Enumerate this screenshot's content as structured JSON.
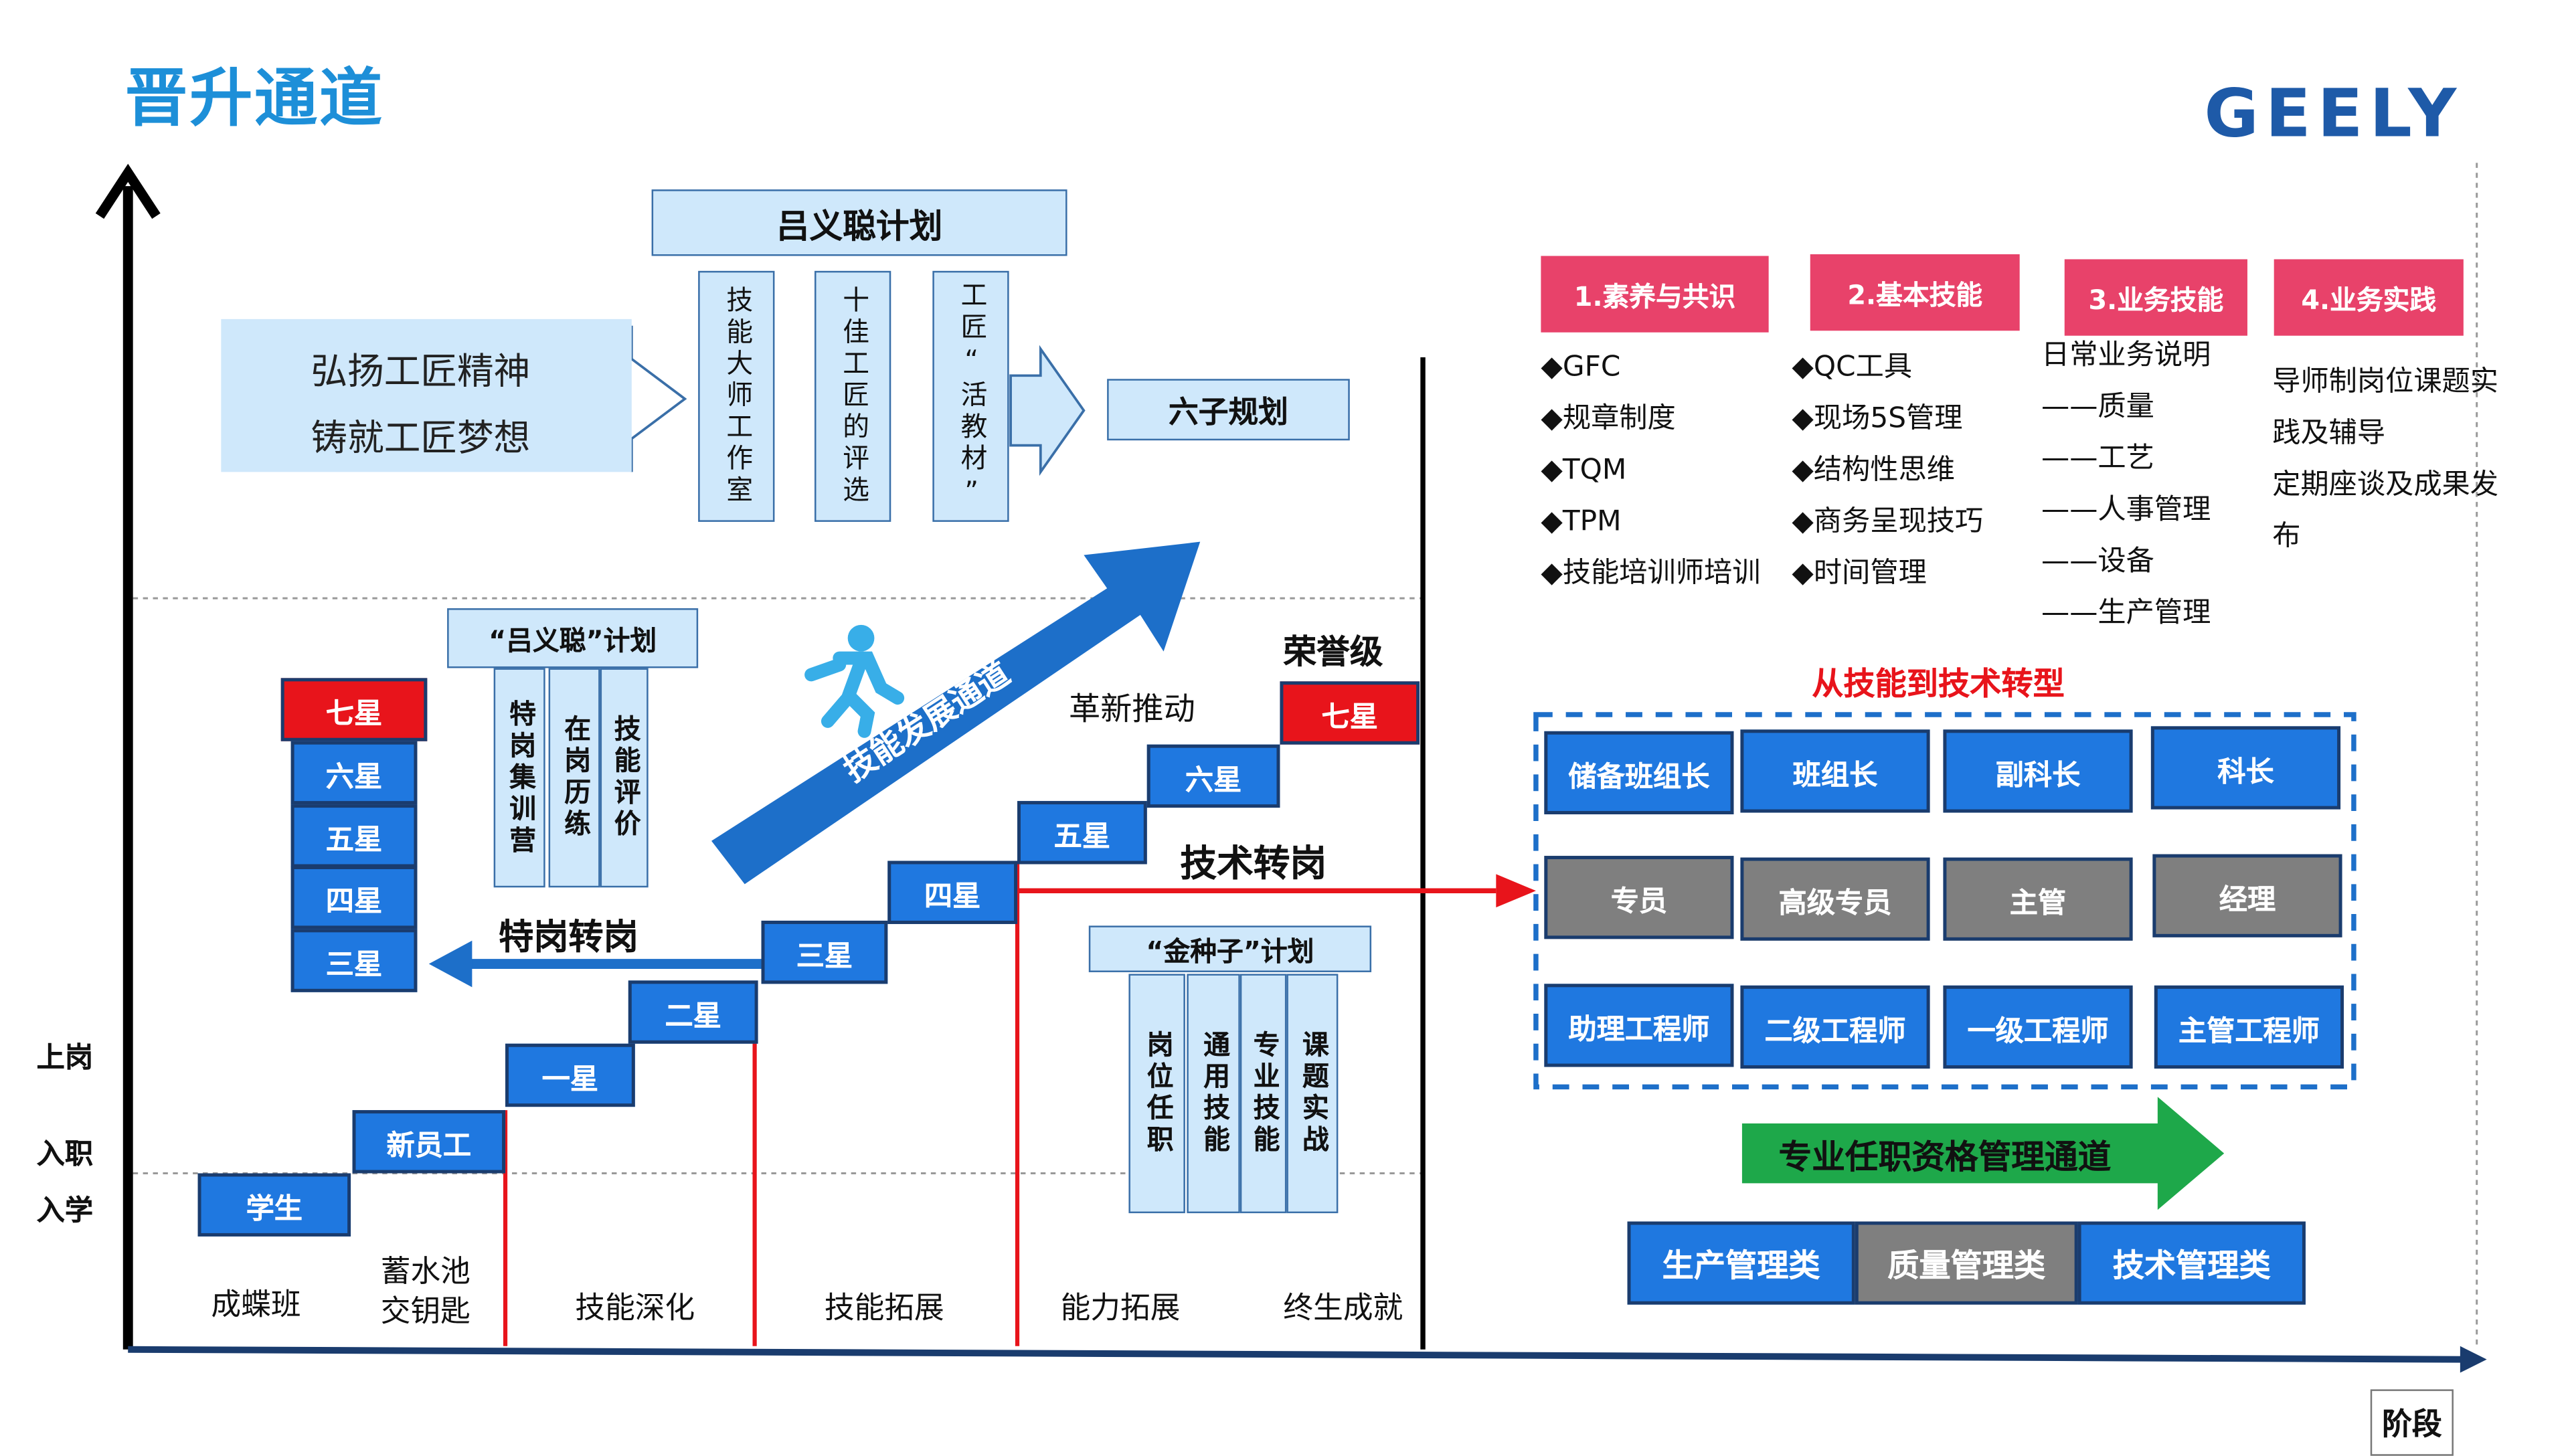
{
  "title": "晋升通道",
  "logo": "GEELY",
  "axis": {
    "x_label": "阶段",
    "y_labels": [
      "上岗",
      "入职",
      "入学"
    ]
  },
  "stages": [
    "成蝶班",
    "蓄水池\n交钥匙",
    "技能深化",
    "技能拓展",
    "能力拓展",
    "终生成就"
  ],
  "slogan": {
    "line1": "弘扬工匠精神",
    "line2": "铸就工匠梦想"
  },
  "lyc_plan": {
    "title": "吕义聪计划",
    "items": [
      "技能大师工作室",
      "十佳工匠的评选",
      "工匠“活教材”"
    ],
    "result": "六子规划"
  },
  "left_ladder": {
    "stars": [
      "七星",
      "六星",
      "五星",
      "四星",
      "三星"
    ],
    "plan_title": "“吕义聪”计划",
    "plan_items": [
      "特岗集训营",
      "在岗历练",
      "技能评价"
    ],
    "transfer": "特岗转岗"
  },
  "main_stairs": [
    "学生",
    "新员工",
    "一星",
    "二星",
    "三星",
    "四星",
    "五星",
    "六星",
    "七星"
  ],
  "channel_arrow": "技能发展通道",
  "innovation": "革新推动",
  "honor": "荣誉级",
  "tech_transfer": "技术转岗",
  "golden_seed": {
    "title": "“金种子”计划",
    "items": [
      "岗位任职",
      "通用技能",
      "专业技能",
      "课题实战"
    ]
  },
  "categories": [
    {
      "title": "1.素养与共识",
      "items": [
        "◆GFC",
        "◆规章制度",
        "◆TQM",
        "◆TPM",
        "◆技能培训师培训"
      ]
    },
    {
      "title": "2.基本技能",
      "items": [
        "◆QC工具",
        "◆现场5S管理",
        "◆结构性思维",
        "◆商务呈现技巧",
        "◆时间管理"
      ]
    },
    {
      "title": "3.业务技能",
      "items": [
        "日常业务说明",
        "——质量",
        "——工艺",
        "——人事管理",
        "——设备",
        "——生产管理"
      ]
    },
    {
      "title": "4.业务实践",
      "items": [
        "导师制岗位课题实",
        "践及辅导",
        "定期座谈及成果发",
        "布"
      ]
    }
  ],
  "skill_to_tech": "从技能到技术转型",
  "grid": {
    "row1": [
      "储备班组长",
      "班组长",
      "副科长",
      "科长"
    ],
    "row2": [
      "专员",
      "高级专员",
      "主管",
      "经理"
    ],
    "row3": [
      "助理工程师",
      "二级工程师",
      "一级工程师",
      "主管工程师"
    ]
  },
  "qualification": "专业任职资格管理通道",
  "bottom_tags": [
    "生产管理类",
    "质量管理类",
    "技术管理类"
  ],
  "colors": {
    "blue": "#1f78e0",
    "red": "#e8141b",
    "grey": "#7f7f7f",
    "pink": "#e8426a",
    "green": "#1ea84a",
    "title": "#1d8fd8",
    "logo": "#1e5aa8"
  }
}
